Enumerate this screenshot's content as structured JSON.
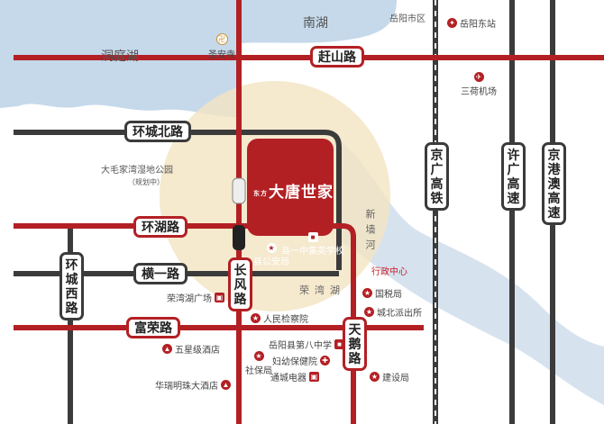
{
  "water": {
    "south_lake": "南湖",
    "dongting_lake": "洞庭湖",
    "rong_wan_lake": "荣湾湖",
    "xin_qiang_river": "新墙河"
  },
  "areas": {
    "yueyang_city": "岳阳市区",
    "wetland_park": "大毛家湾湿地公园",
    "wetland_park_note": "（规划中）",
    "admin_center": "行政中心"
  },
  "roads": {
    "ganshan": "赶山路",
    "huancheng_north": "环城北路",
    "huanhu": "环湖路",
    "hengyi": "横一路",
    "furong": "富荣路",
    "huancheng_west": "环城西路",
    "changfeng": "长风路",
    "tiane": "天鹅路",
    "jingguang_rail": "京广高铁",
    "xuguang_highway": "许广高速",
    "jinggangao_highway": "京港澳高速"
  },
  "pois": {
    "yueyang_east": "岳阳东站",
    "shengan_temple": "圣安寺",
    "sanhe_airport": "三荷机场",
    "county_police": "县公安局",
    "county_school": "县一中集英学校",
    "rongwan_plaza": "荣湾湖广场",
    "procuratorate": "人民检察院",
    "tax_bureau": "国税局",
    "chengbei_police": "城北派出所",
    "five_star_hotel": "五星级酒店",
    "no8_school": "岳阳县第八中学",
    "maternal_hospital": "妇幼保健院",
    "social_security": "社保局",
    "tongcheng_electric": "通城电器",
    "construction_bureau": "建设局",
    "huarui_hotel": "华瑞明珠大酒店"
  },
  "project": {
    "brand_small": "东方",
    "name": "大唐世家"
  },
  "colors": {
    "red_road": "#b32024",
    "dark_road": "#3b3b3b",
    "water": "#c5d9ea",
    "highlight": "#f3e3c2"
  },
  "icons": [
    "temple-icon",
    "train-station-icon",
    "airport-icon",
    "police-icon",
    "school-icon",
    "government-icon",
    "hospital-icon",
    "hotel-icon",
    "shopping-icon"
  ]
}
